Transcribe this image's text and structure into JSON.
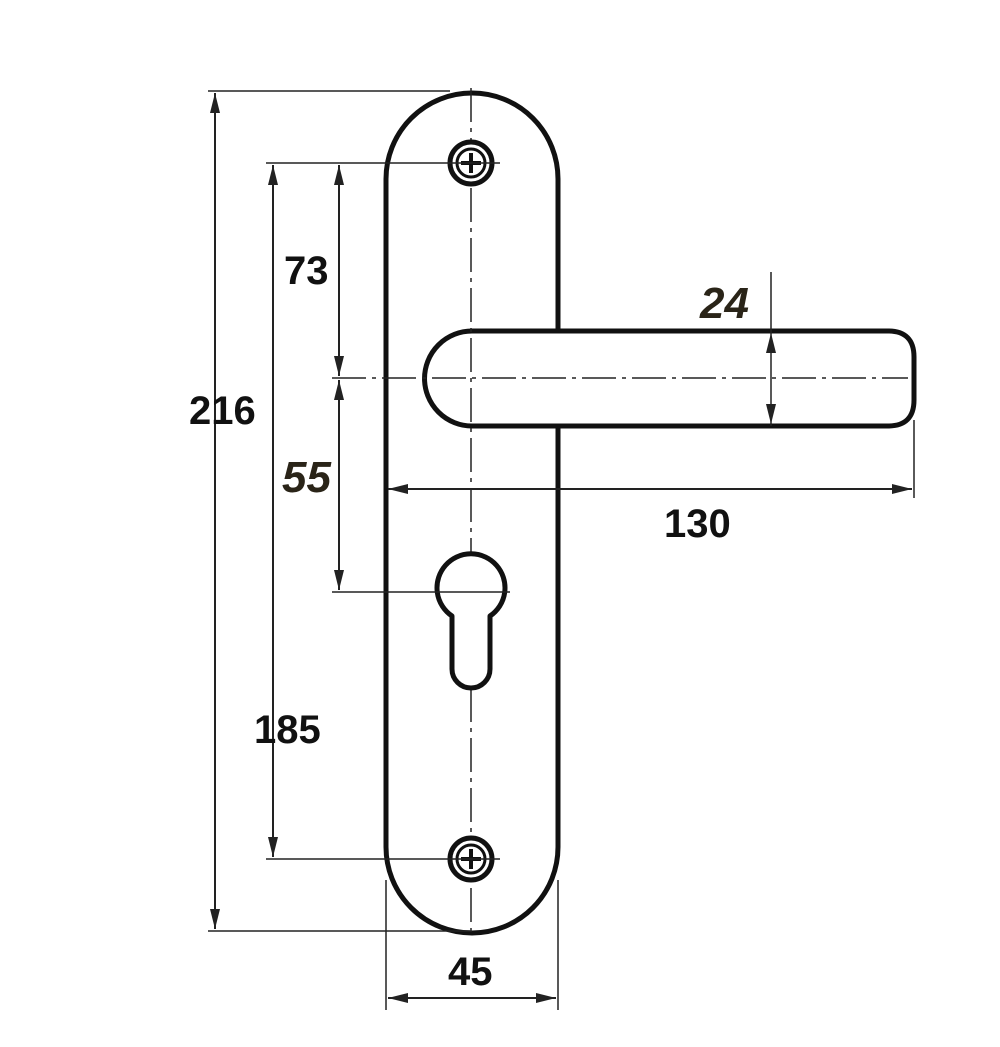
{
  "drawing": {
    "dimensions": {
      "overall_height": "216",
      "screw_spacing": "185",
      "screw_to_lever": "73",
      "lever_to_cylinder": "55",
      "plate_width": "45",
      "lever_length": "130",
      "lever_thickness": "24"
    },
    "colors": {
      "line": "#111111",
      "background": "#ffffff"
    }
  }
}
